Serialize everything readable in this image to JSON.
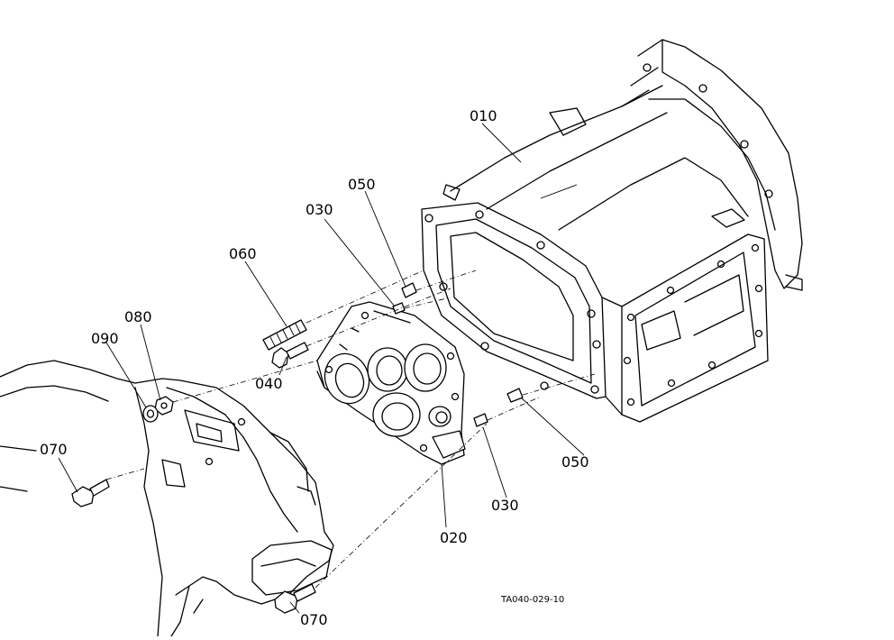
{
  "labels": {
    "p010": "010",
    "p020": "020",
    "p030a": "030",
    "p030b": "030",
    "p040": "040",
    "p050a": "050",
    "p050b": "050",
    "p060": "060",
    "p070a": "070",
    "p070b": "070",
    "p080": "080",
    "p090": "090"
  },
  "figure_code": "TA040-029-10"
}
